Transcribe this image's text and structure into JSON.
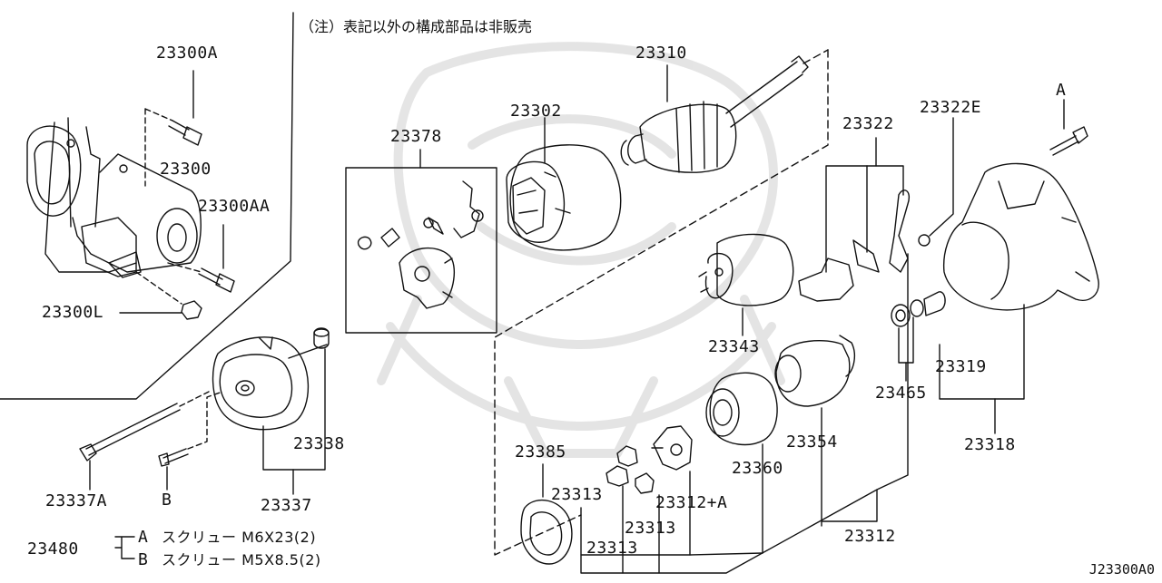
{
  "note": "（注）表記以外の構成部品は非販売",
  "figure_id": "J23300A0",
  "parts": {
    "p23300A": "23300A",
    "p23300": "23300",
    "p23300AA": "23300AA",
    "p23300L": "23300L",
    "p23337A": "23337A",
    "pB": "B",
    "p23338": "23338",
    "p23337": "23337",
    "p23378": "23378",
    "p23302": "23302",
    "p23310": "23310",
    "p23322": "23322",
    "p23322E": "23322E",
    "pA": "A",
    "p23343": "23343",
    "p23319": "23319",
    "p23465": "23465",
    "p23318": "23318",
    "p23354": "23354",
    "p23360": "23360",
    "p23385": "23385",
    "p23313a": "23313",
    "p23313b": "23313",
    "p23313c": "23313",
    "p23312A": "23312+A",
    "p23312": "23312",
    "p23480": "23480"
  },
  "screws": {
    "a_key": "A",
    "a_desc": "スクリュー M6X23(2)",
    "b_key": "B",
    "b_desc": "スクリュー M5X8.5(2)"
  }
}
